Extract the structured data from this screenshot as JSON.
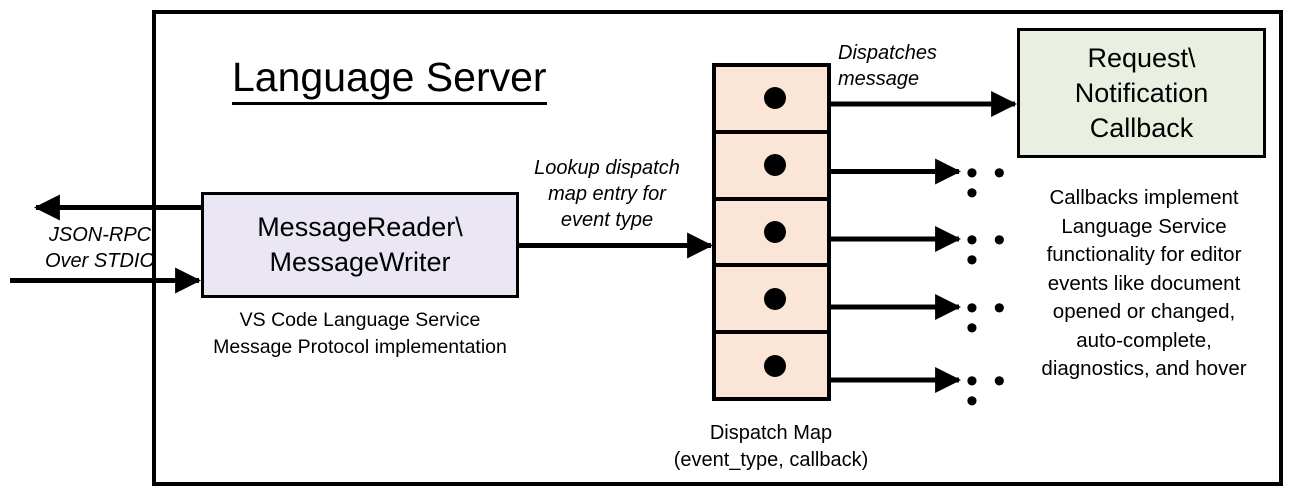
{
  "diagram": {
    "title": "Language Server",
    "frame_label": "language-server-boundary"
  },
  "external_io": {
    "label_line1": "JSON-RPC",
    "label_line2": "Over STDIO",
    "outbound_arrow": "arrow-left-out",
    "inbound_arrow": "arrow-right-in"
  },
  "message_box": {
    "line1": "MessageReader\\",
    "line2": "MessageWriter",
    "caption_line1": "VS Code Language Service",
    "caption_line2": "Message Protocol implementation",
    "fill": "#EAE6F3"
  },
  "lookup_edge": {
    "line1": "Lookup dispatch",
    "line2": "map entry for",
    "line3": "event type"
  },
  "dispatch_map": {
    "caption_line1": "Dispatch Map",
    "caption_line2": "(event_type, callback)",
    "fill": "#FBE5D6",
    "rows": [
      {
        "dot": "callback-entry-dot",
        "out": "dispatches-message"
      },
      {
        "dot": "callback-entry-dot",
        "out": "..."
      },
      {
        "dot": "callback-entry-dot",
        "out": "..."
      },
      {
        "dot": "callback-entry-dot",
        "out": "..."
      },
      {
        "dot": "callback-entry-dot",
        "out": "..."
      }
    ]
  },
  "dispatch_edge": {
    "line1": "Dispatches",
    "line2": "message"
  },
  "callback_box": {
    "line1": "Request\\",
    "line2": "Notification",
    "line3": "Callback",
    "fill": "#E9F0E1",
    "caption_line1": "Callbacks implement",
    "caption_line2": "Language Service",
    "caption_line3": "functionality for editor",
    "caption_line4": "events like document",
    "caption_line5": "opened or changed,",
    "caption_line6": "auto-complete,",
    "caption_line7": "diagnostics, and hover"
  },
  "ellipses": {
    "glyph": "• • •"
  }
}
